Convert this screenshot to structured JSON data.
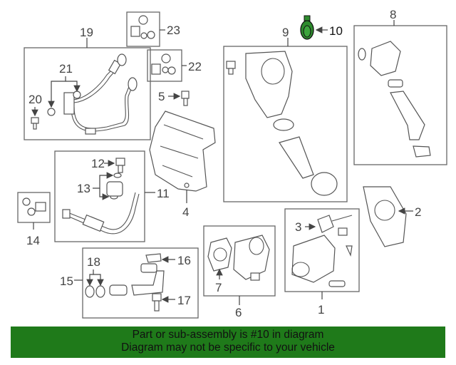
{
  "diagram": {
    "callouts": [
      "1",
      "2",
      "3",
      "4",
      "5",
      "6",
      "7",
      "8",
      "9",
      "10",
      "11",
      "12",
      "13",
      "14",
      "15",
      "16",
      "17",
      "18",
      "19",
      "20",
      "21",
      "22",
      "23"
    ],
    "highlighted_part": "10",
    "highlight_color": "#2e8b2e"
  },
  "banner": {
    "line1": "Part or sub-assembly is #10 in diagram",
    "line2": "Diagram may not be specific to your vehicle",
    "background": "#1f7a1a"
  }
}
